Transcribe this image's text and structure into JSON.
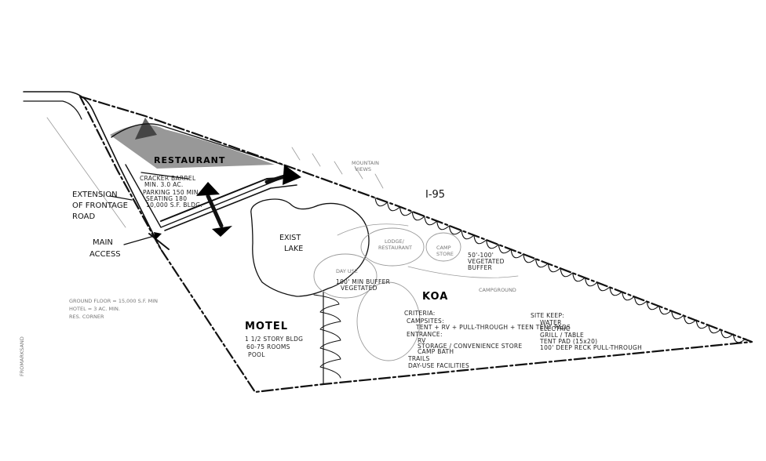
{
  "labels": {
    "restaurant": "RESTAURANT",
    "motel": "MOTEL",
    "koa": "KOA",
    "exist_lake": [
      "EXIST",
      "LAKE"
    ],
    "interstate": "I-95",
    "extension": [
      "EXTENSION",
      "OF FRONTAGE",
      "ROAD"
    ],
    "main_access": [
      "MAIN",
      "ACCESS"
    ],
    "motel_notes": [
      "1 1/2 STORY BLDG",
      "60-75 ROOMS",
      "POOL"
    ],
    "restaurant_notes": [
      "CRACKER BARREL",
      "MIN. 3.0 AC.",
      "PARKING 150 MIN",
      "SEATING 180",
      "10,000 S.F. BLDG."
    ],
    "koa_intro": "CRITERIA:",
    "koa_criteria": [
      "CAMPSITES:",
      "TENT + RV + PULL-THROUGH + TEEN TENT PADS",
      "ENTRANCE:",
      "RV",
      "STORAGE / CONVENIENCE STORE",
      "CAMP BATH",
      "TRAILS",
      "DAY-USE FACILITIES"
    ],
    "koa_sites": [
      "SITE KEEP:",
      "WATER",
      "ELECTRIC",
      "GRILL / TABLE",
      "TENT PAD (15x20)",
      "100' DEEP RECK PULL-THROUGH"
    ],
    "buffer_100": [
      "100' MIN BUFFER",
      "VEGETATED"
    ],
    "day_use": "DAY USE",
    "pencil_circle_1": [
      "LODGE/",
      "RESTAURANT"
    ],
    "pencil_circle_2": [
      "CAMP",
      "STORE"
    ],
    "buffer_50": [
      "50'-100'",
      "VEGETATED",
      "BUFFER"
    ],
    "mountain_views": [
      "MOUNTAIN",
      "VIEWS"
    ],
    "campground": "CAMPGROUND",
    "left_notes": [
      "GROUND FLOOR = 15,000 S.F. MIN",
      "HOTEL = 3 AC. MIN.",
      "RES. CORNER"
    ],
    "margin_mark": "FROMARKSAND"
  }
}
